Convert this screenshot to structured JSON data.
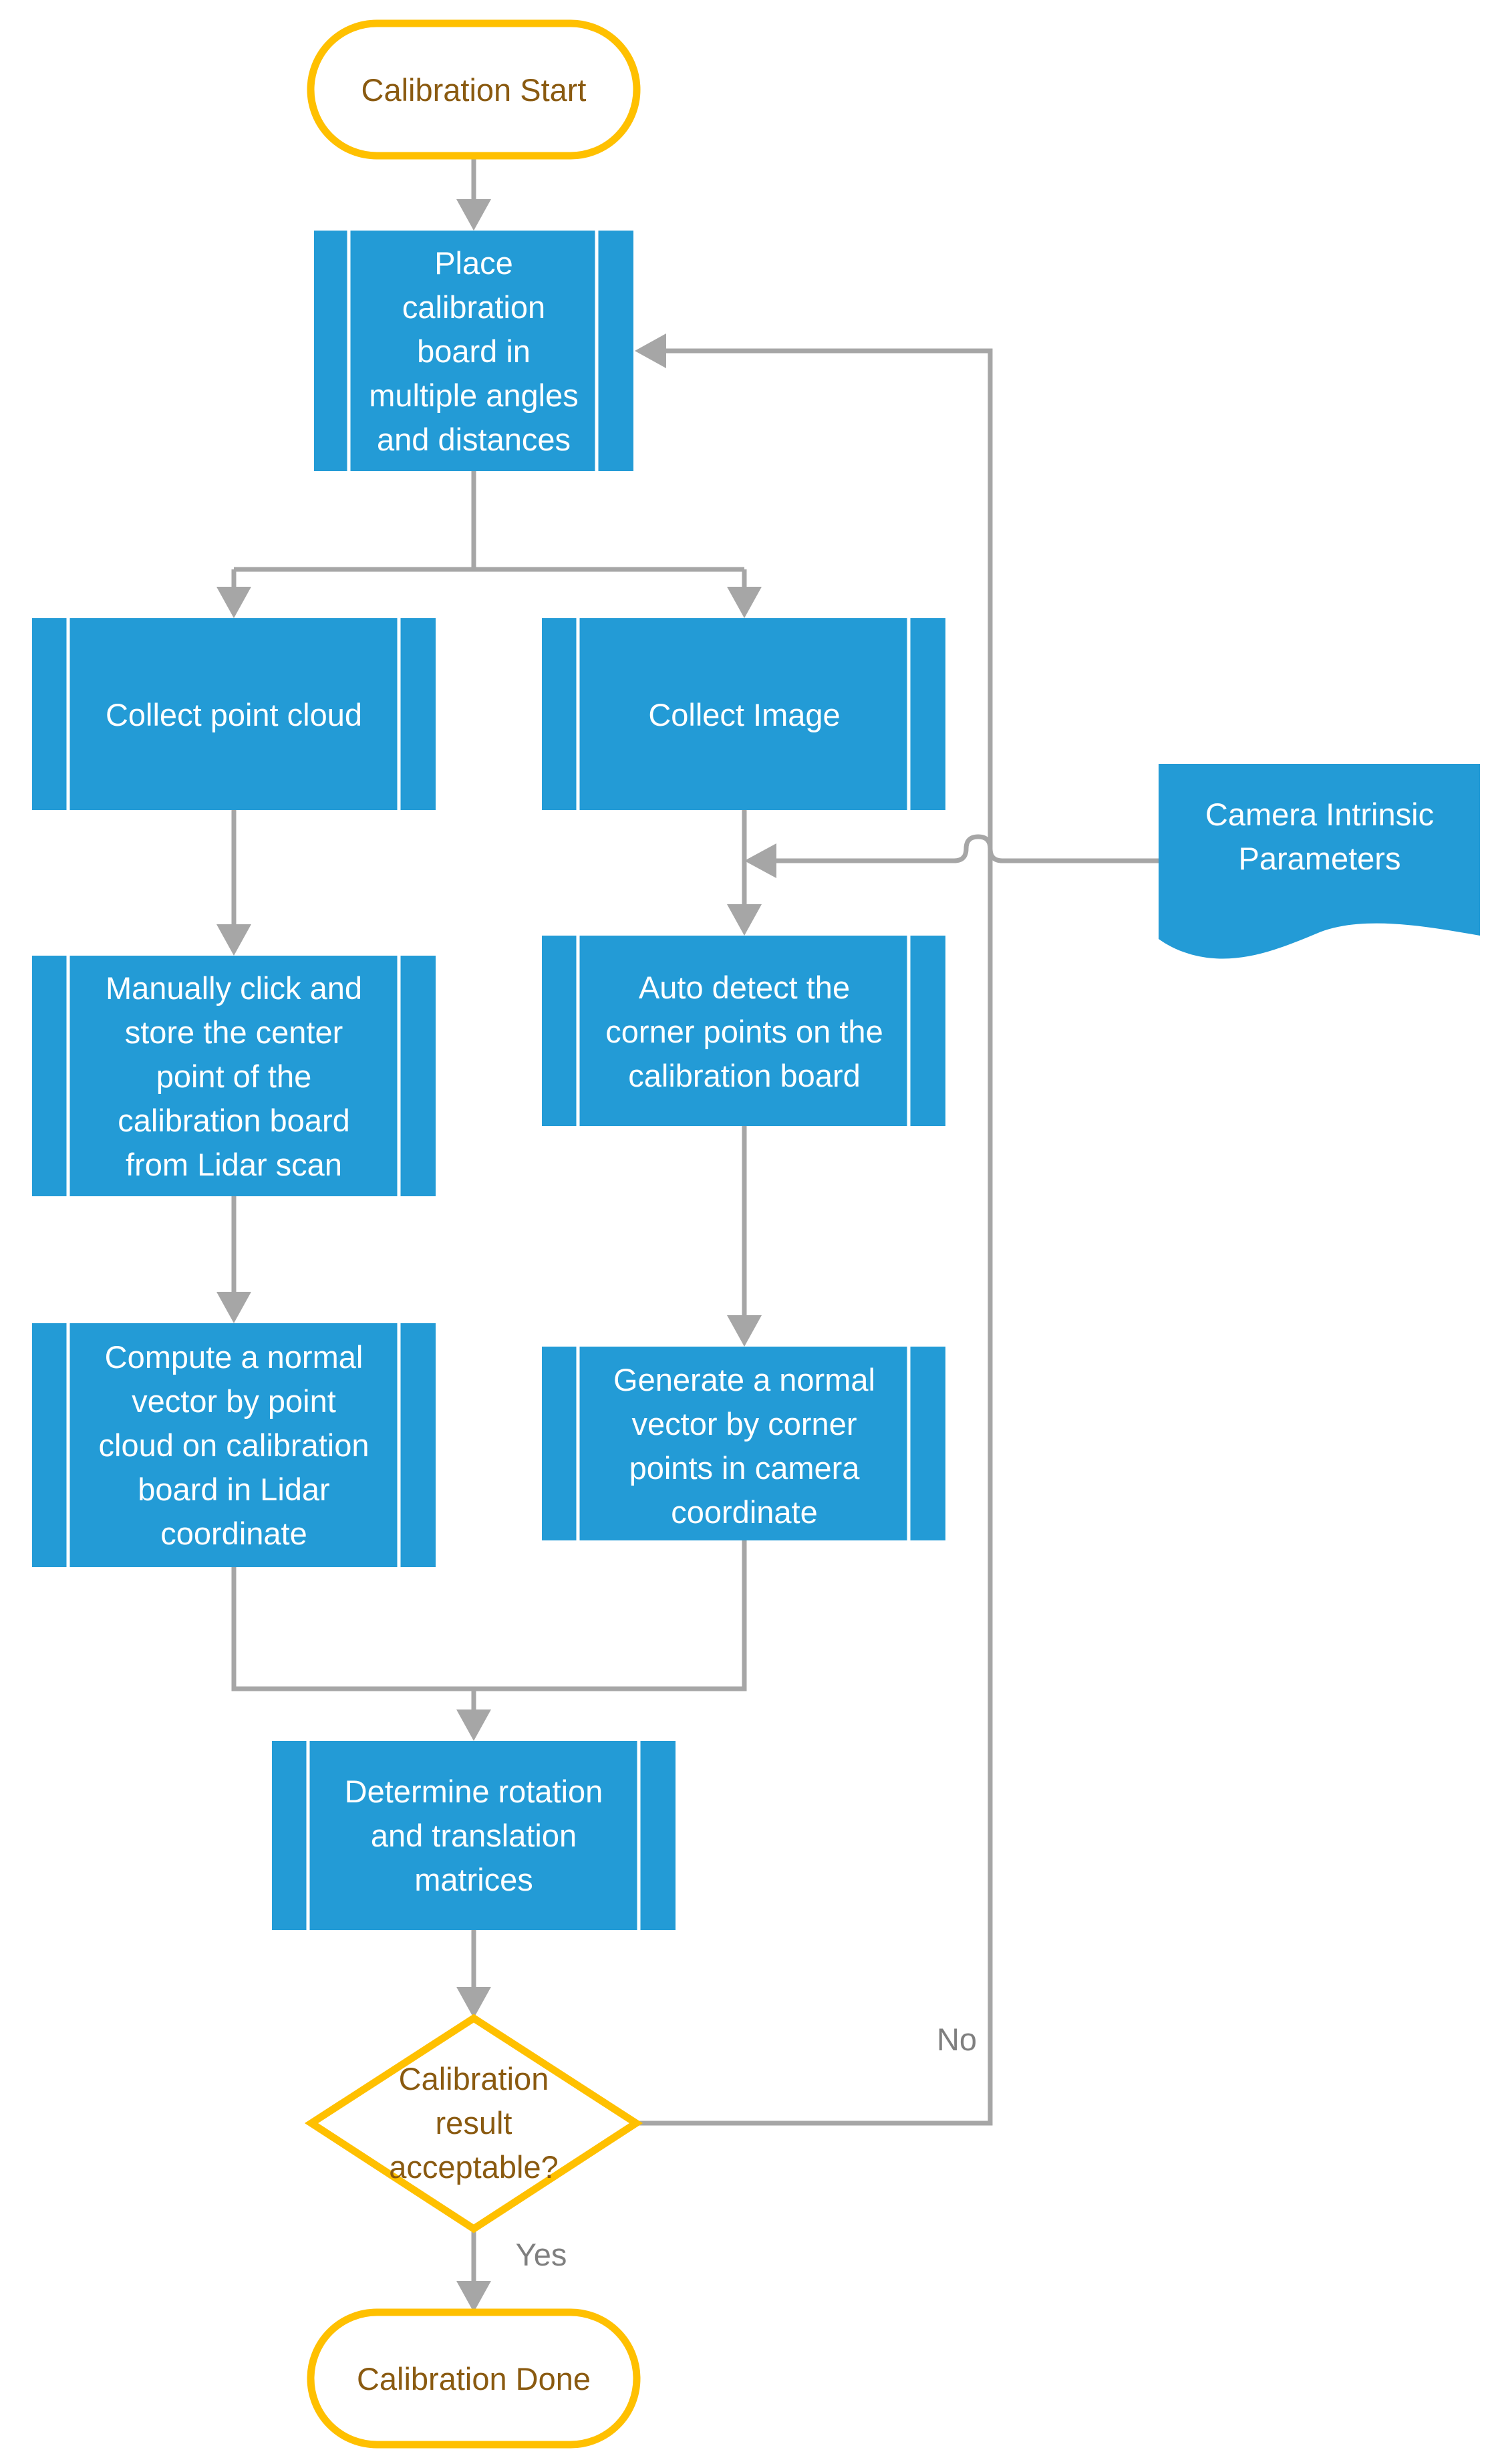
{
  "diagram": {
    "start": {
      "lines": [
        "Calibration Start"
      ]
    },
    "place_board": {
      "lines": [
        "Place",
        "calibration",
        "board in",
        "multiple angles",
        "and distances"
      ]
    },
    "collect_point_cloud": {
      "lines": [
        "Collect point cloud"
      ]
    },
    "collect_image": {
      "lines": [
        "Collect Image"
      ]
    },
    "camera_intrinsics": {
      "lines": [
        "Camera Intrinsic",
        "Parameters"
      ]
    },
    "manual_click": {
      "lines": [
        "Manually click and",
        "store  the center",
        "point of  the",
        "calibration board",
        "from Lidar scan"
      ]
    },
    "auto_detect": {
      "lines": [
        "Auto detect the",
        "corner points on the",
        "calibration board"
      ]
    },
    "compute_normal_lidar": {
      "lines": [
        "Compute a normal",
        "vector by point",
        "cloud on calibration",
        "board in Lidar",
        "coordinate"
      ]
    },
    "generate_normal_camera": {
      "lines": [
        "Generate a normal",
        "vector  by  corner",
        "points in camera",
        "coordinate"
      ]
    },
    "determine_rt": {
      "lines": [
        "Determine rotation",
        "and translation",
        "matrices"
      ]
    },
    "decision": {
      "lines": [
        "Calibration",
        "result",
        "acceptable?"
      ]
    },
    "done": {
      "lines": [
        "Calibration Done"
      ]
    },
    "edge_no": "No",
    "edge_yes": "Yes"
  }
}
